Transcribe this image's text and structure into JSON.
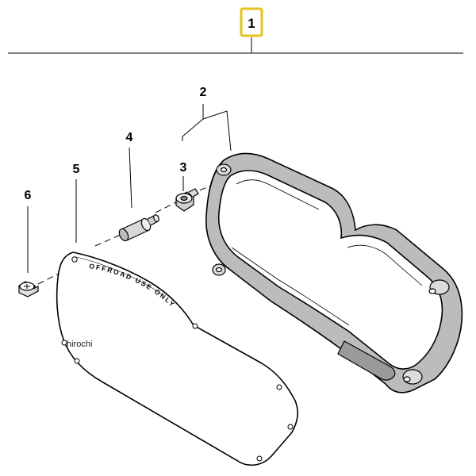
{
  "callouts": {
    "main": "1",
    "frame": "2",
    "grommet": "3",
    "pin": "4",
    "cover": "5",
    "screw": "6"
  },
  "cover_text": "OFFROAD USE ONLY",
  "watermark": "hirochi",
  "colors": {
    "highlight": "#e6c31e",
    "line": "#000000",
    "frame_shade": "#b9b9b9",
    "background": "#ffffff"
  }
}
